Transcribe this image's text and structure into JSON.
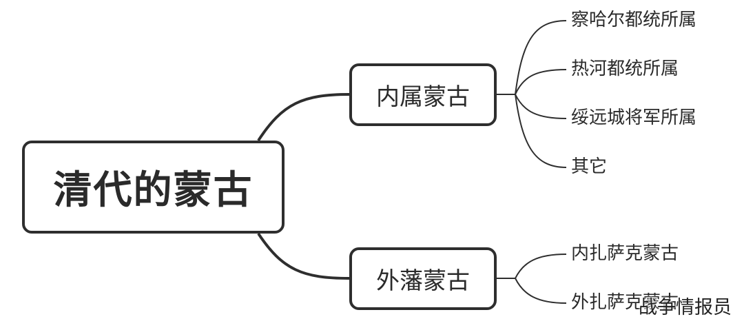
{
  "root": {
    "label": "清代的蒙古"
  },
  "branches": [
    {
      "label": "内属蒙古",
      "children": [
        "察哈尔都统所属",
        "热河都统所属",
        "绥远城将军所属",
        "其它"
      ]
    },
    {
      "label": "外藩蒙古",
      "children": [
        "内扎萨克蒙古",
        "外扎萨克蒙古"
      ]
    }
  ],
  "watermark": "战争情报员",
  "colors": {
    "line": "#2e2e2e",
    "text": "#2a2a2a",
    "background": "#ffffff"
  }
}
